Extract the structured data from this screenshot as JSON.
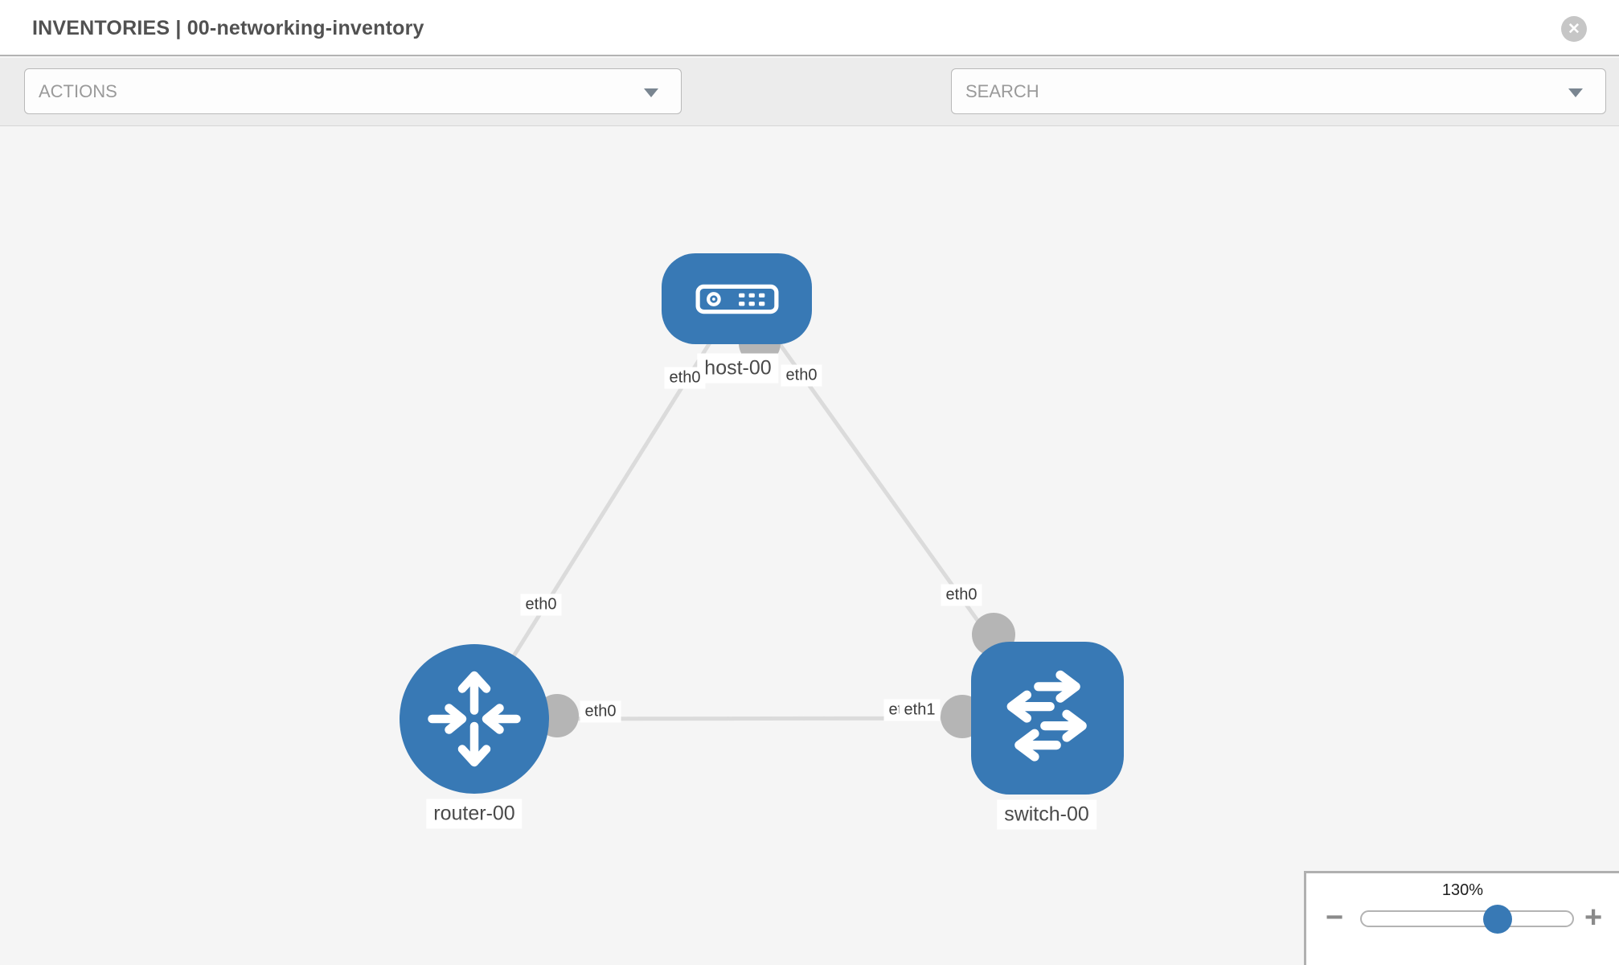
{
  "header": {
    "title": "INVENTORIES | 00-networking-inventory",
    "close_glyph": "✕"
  },
  "toolbar": {
    "actions_label": "ACTIONS",
    "search_label": "SEARCH",
    "icons": [
      "wrench-icon",
      "key-icon"
    ]
  },
  "topology": {
    "nodes": [
      {
        "id": "host-00",
        "label": "host-00",
        "type": "host",
        "shape": "rounded-rect",
        "icon": "server-icon"
      },
      {
        "id": "router-00",
        "label": "router-00",
        "type": "router",
        "shape": "circle",
        "icon": "router-arrows-icon"
      },
      {
        "id": "switch-00",
        "label": "switch-00",
        "type": "switch",
        "shape": "rounded-square",
        "icon": "switch-arrows-icon"
      }
    ],
    "links": [
      {
        "from": "host-00",
        "to": "router-00",
        "from_interface": "eth0",
        "to_interface": "eth0"
      },
      {
        "from": "host-00",
        "to": "switch-00",
        "from_interface": "eth0",
        "to_interface": "eth0"
      },
      {
        "from": "router-00",
        "to": "switch-00",
        "from_interface": "eth0",
        "to_interface_under": "eth0",
        "to_interface_over": "eth1"
      }
    ],
    "interfaces": {
      "host_router_at_host": "eth0",
      "host_router_at_router": "eth0",
      "host_switch_at_host": "eth0",
      "host_switch_at_switch": "eth0",
      "router_switch_at_router": "eth0",
      "router_switch_at_switch_under": "eth0",
      "router_switch_at_switch_over": "eth1"
    }
  },
  "zoom_control": {
    "level": "130%",
    "minus_glyph": "−",
    "plus_glyph": "+"
  },
  "colors": {
    "node_blue": "#3879b5",
    "link_gray": "#dbdbdb",
    "endpoint_gray": "#b5b5b5",
    "canvas_bg": "#f5f5f5",
    "toolbar_bg": "#ececec"
  }
}
